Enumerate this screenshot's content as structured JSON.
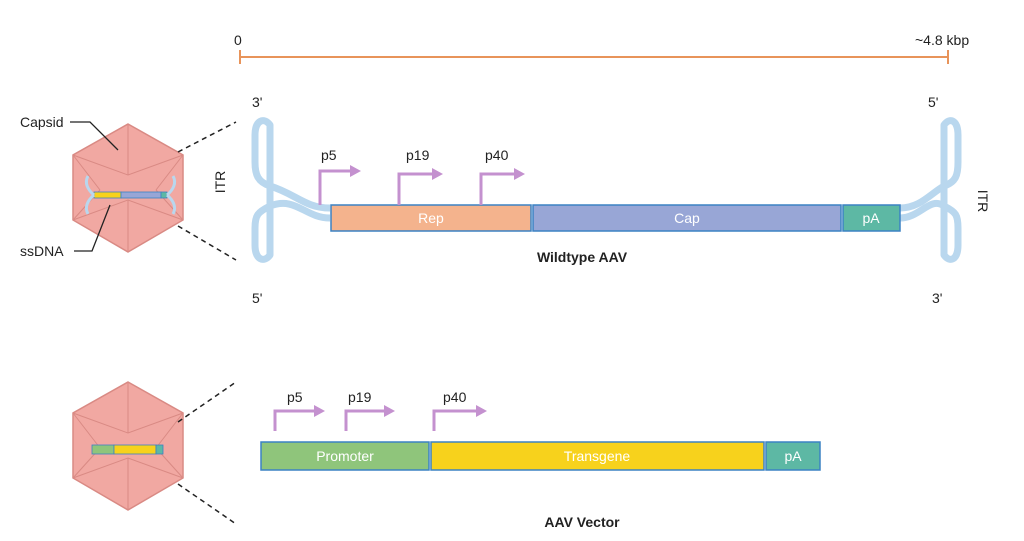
{
  "scale": {
    "start": "0",
    "end": "~4.8 kbp",
    "color": "#e8945a"
  },
  "capsid": {
    "label": "Capsid",
    "dna_label": "ssDNA",
    "fill": "#f1a8a2",
    "stroke": "#d98a84"
  },
  "wildtype": {
    "title": "Wildtype AAV",
    "itr_label": "ITR",
    "ends": {
      "left_top": "3'",
      "left_bottom": "5'",
      "right_top": "5'",
      "right_bottom": "3'"
    },
    "itr_color": "#b9d7ee",
    "promoters": [
      "p5",
      "p19",
      "p40"
    ],
    "segments": [
      {
        "label": "Rep",
        "color": "#f4b38d",
        "border": "#3b82c4"
      },
      {
        "label": "Cap",
        "color": "#98a6d6",
        "border": "#3b82c4"
      },
      {
        "label": "pA",
        "color": "#5db8a4",
        "border": "#3b82c4"
      }
    ]
  },
  "vector": {
    "title": "AAV Vector",
    "promoters": [
      "p5",
      "p19",
      "p40"
    ],
    "segments": [
      {
        "label": "Promoter",
        "color": "#8fc57b",
        "border": "#3b82c4"
      },
      {
        "label": "Transgene",
        "color": "#f7d21c",
        "border": "#3b82c4"
      },
      {
        "label": "pA",
        "color": "#5db8a4",
        "border": "#3b82c4"
      }
    ]
  },
  "promoter_color": "#c491cf"
}
